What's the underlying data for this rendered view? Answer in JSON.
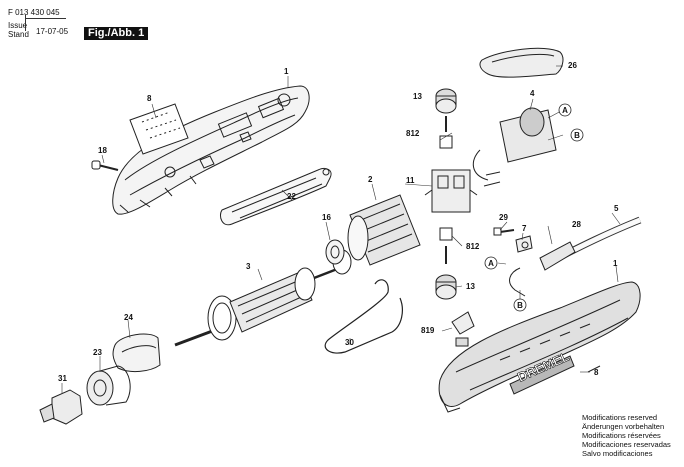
{
  "header": {
    "doc_number": "F 013 430 045",
    "issue_label": "Issue",
    "stand_label": "Stand",
    "date": "17-07-05",
    "figure_label": "Fig./Abb. 1"
  },
  "brand_text": "DREMEL",
  "part_numbers": {
    "p1a": "1",
    "p1b": "1",
    "p2": "2",
    "p3": "3",
    "p4": "4",
    "p5": "5",
    "p7": "7",
    "p8a": "8",
    "p8b": "8",
    "p11": "11",
    "p13a": "13",
    "p13b": "13",
    "p16": "16",
    "p18": "18",
    "p22": "22",
    "p23": "23",
    "p24": "24",
    "p26": "26",
    "p28": "28",
    "p29": "29",
    "p30": "30",
    "p31": "31",
    "p812a": "812",
    "p812b": "812",
    "p819": "819"
  },
  "callouts": {
    "A1": "A",
    "B1": "B",
    "A2": "A",
    "B2": "B"
  },
  "notes": [
    "Modifications reserved",
    "Änderungen vorbehalten",
    "Modifications réservées",
    "Modificaciones reservadas",
    "Salvo modificaciones"
  ]
}
